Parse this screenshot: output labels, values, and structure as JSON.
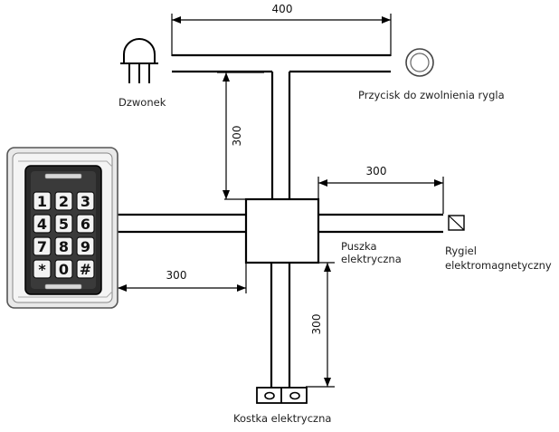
{
  "labels": {
    "bell": "Dzwonek",
    "release_button": "Przycisk do zwolnienia rygla",
    "junction_box_line1": "Puszka",
    "junction_box_line2": "elektryczna",
    "lock_line1": "Rygiel",
    "lock_line2": "elektromagnetyczny",
    "terminal_block": "Kostka elektryczna"
  },
  "dimensions": {
    "top_width": "400",
    "bell_drop": "300",
    "lock_run": "300",
    "keypad_run": "300",
    "terminal_drop": "300"
  },
  "keypad": {
    "keys": [
      "1",
      "2",
      "3",
      "4",
      "5",
      "6",
      "7",
      "8",
      "9",
      "*",
      "0",
      "#"
    ]
  }
}
